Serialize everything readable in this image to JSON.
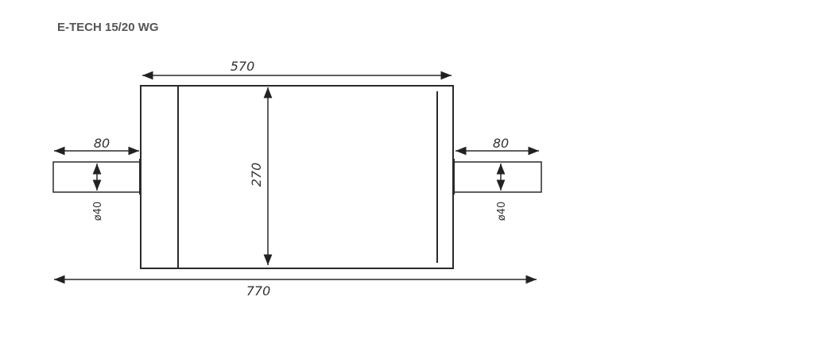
{
  "title": "E-TECH 15/20 WG",
  "dimensions": {
    "overall_body_width": "570",
    "body_height": "270",
    "left_shaft_length": "80",
    "right_shaft_length": "80",
    "left_shaft_diameter": "ø40",
    "right_shaft_diameter": "ø40",
    "total_length": "770"
  }
}
